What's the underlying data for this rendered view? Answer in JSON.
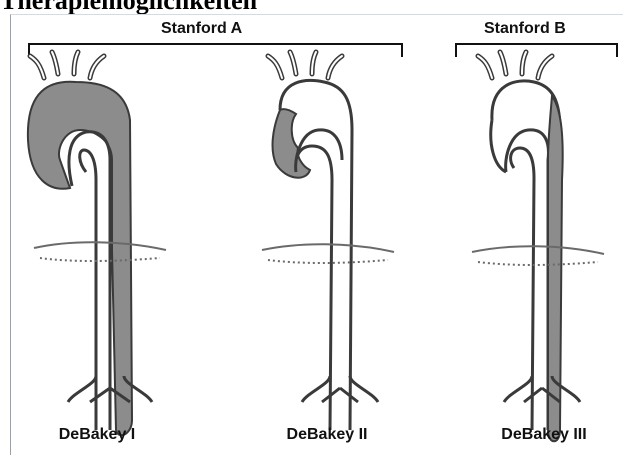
{
  "header": {
    "title": "Therapiemöglichkeiten"
  },
  "groups": [
    {
      "id": "stanford-a",
      "label": "Stanford A"
    },
    {
      "id": "stanford-b",
      "label": "Stanford B"
    }
  ],
  "types": [
    {
      "id": "debakey-1",
      "label": "DeBakey I"
    },
    {
      "id": "debakey-2",
      "label": "DeBakey II"
    },
    {
      "id": "debakey-3",
      "label": "DeBakey III"
    }
  ],
  "colors": {
    "dissection_fill": "#8c8c8c",
    "vessel_wall": "#3a3a3a",
    "bracket": "#111111"
  }
}
